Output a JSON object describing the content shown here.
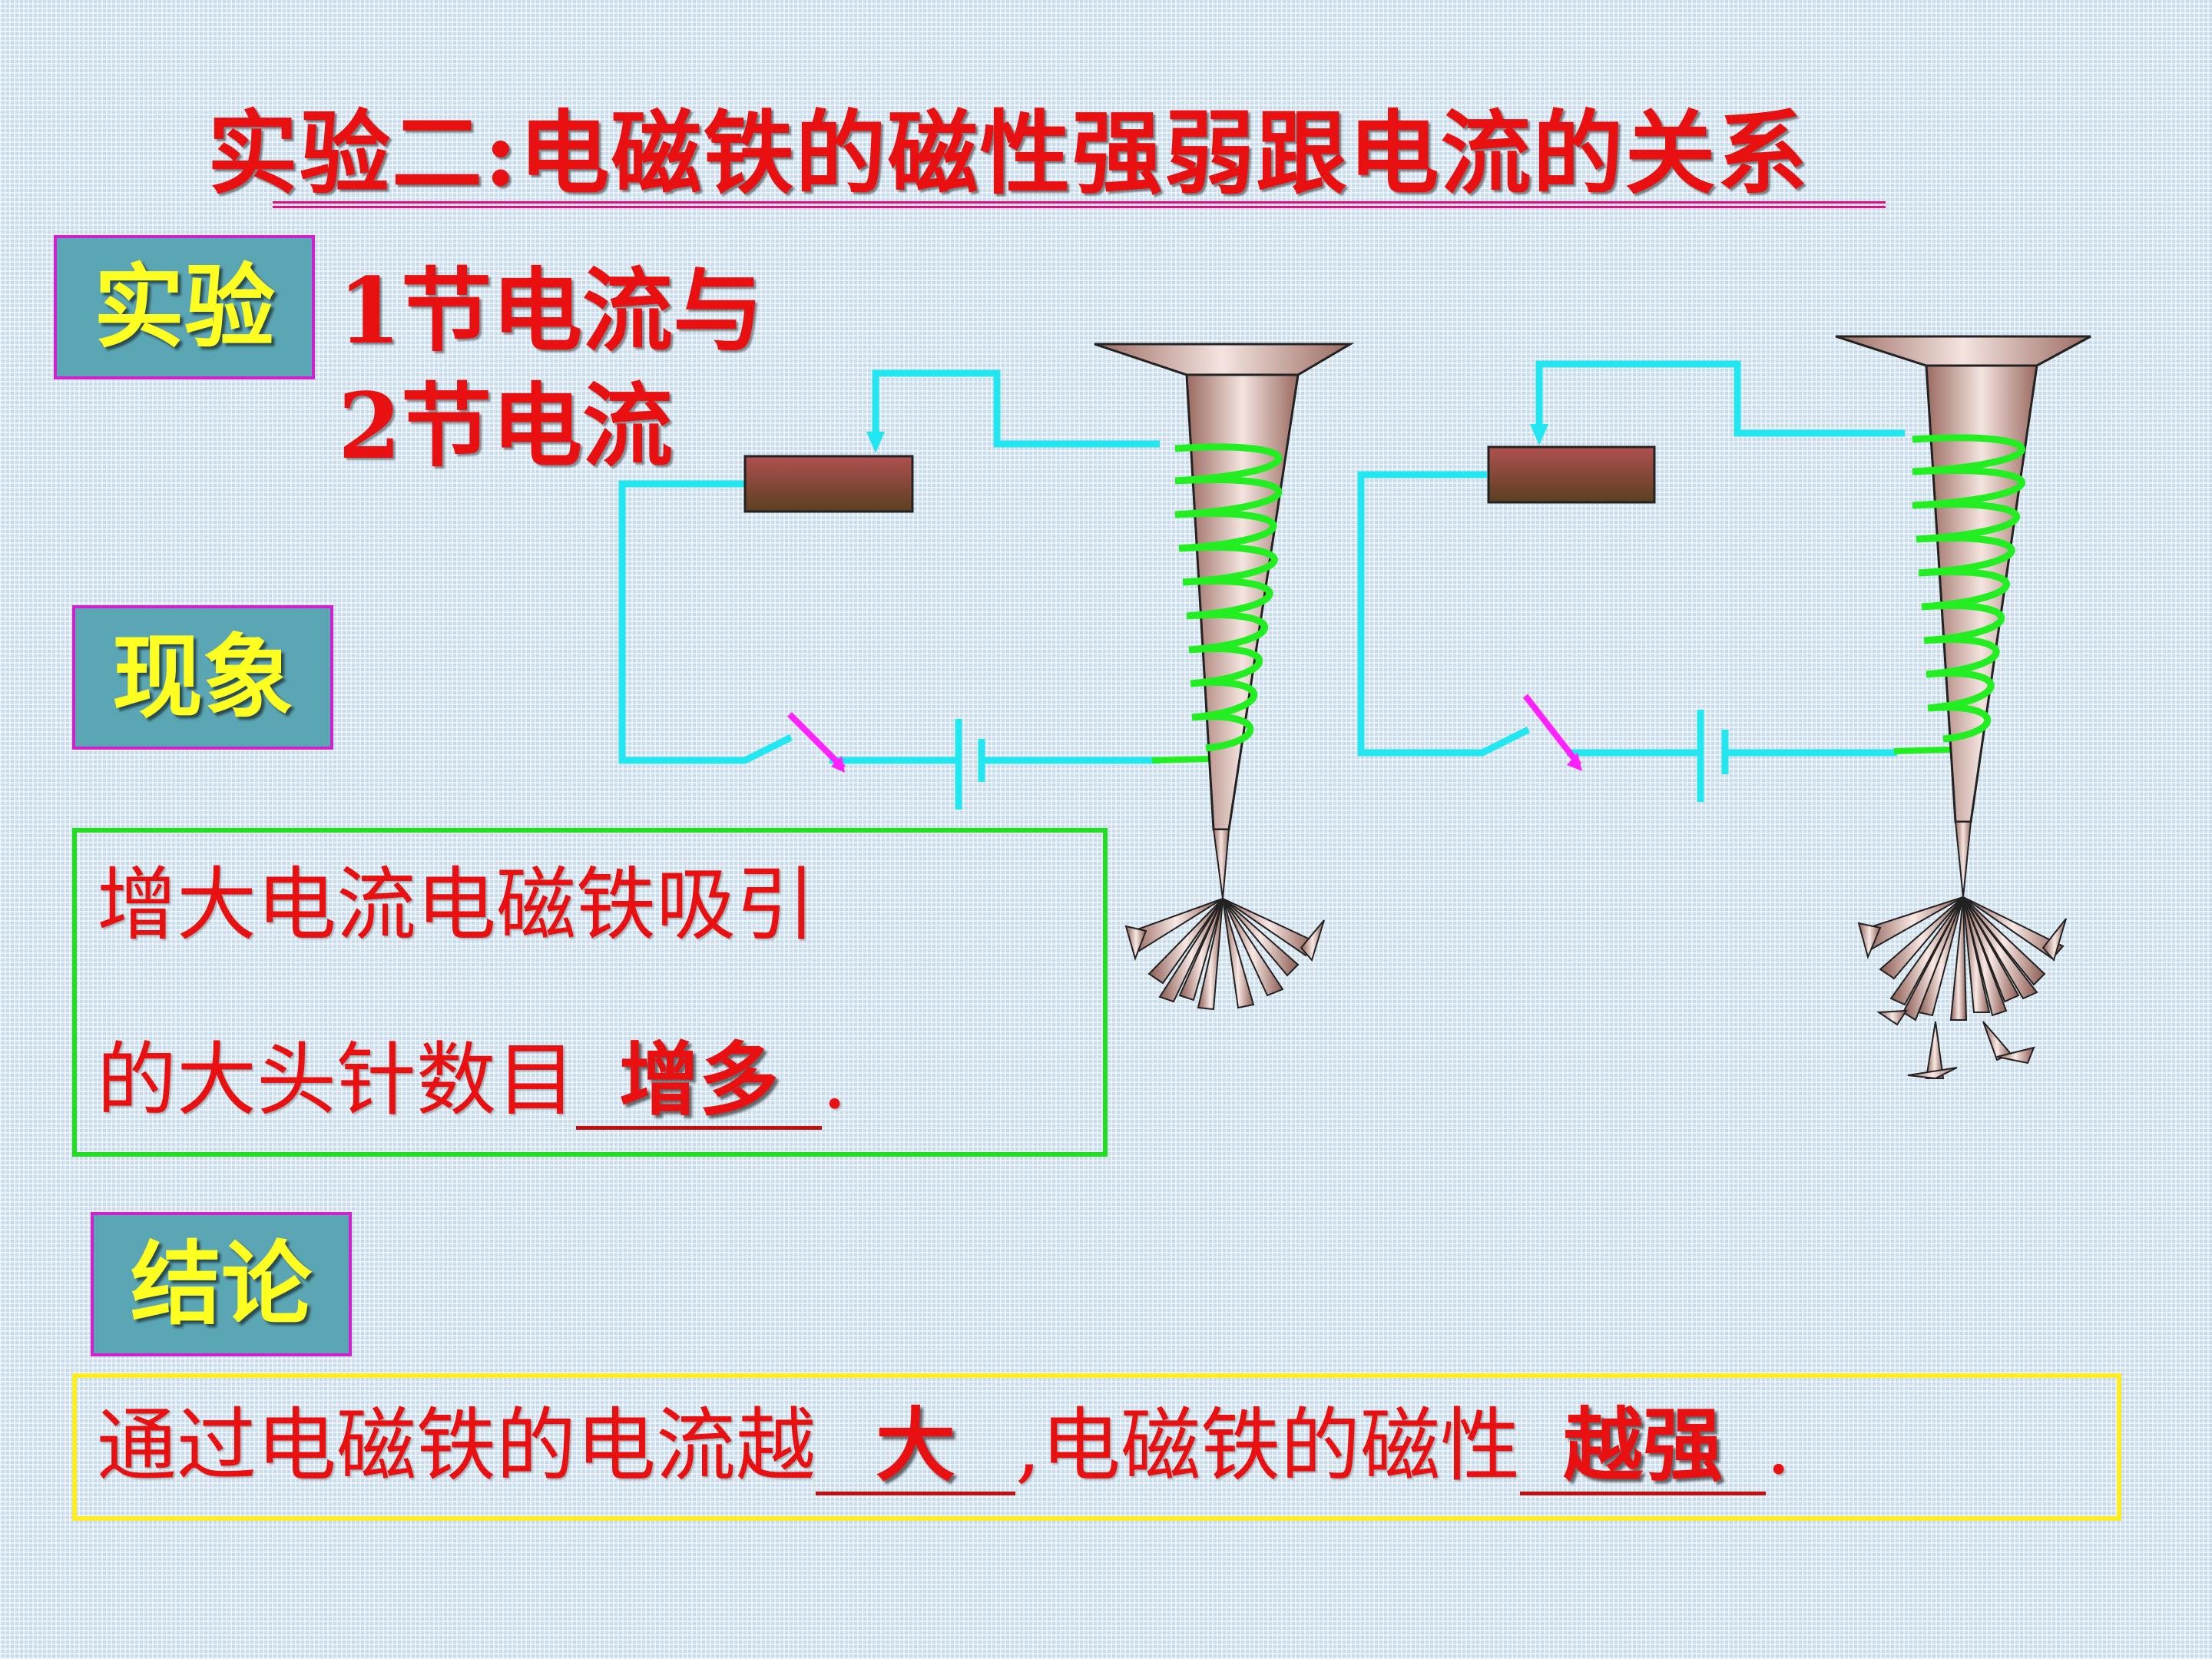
{
  "title": "实验二:电磁铁的磁性强弱跟电流的关系",
  "tags": {
    "experiment": "实验",
    "phenomenon": "现象",
    "conclusion": "结论"
  },
  "experiment_desc": {
    "line1": "1节电流与",
    "line2": "2节电流"
  },
  "phenomenon_box": {
    "line1": "增大电流电磁铁吸引",
    "line2_prefix": "的大头针数目",
    "answer": "增多",
    "line2_suffix": "."
  },
  "conclusion_box": {
    "prefix": "通过电磁铁的电流越",
    "answer1": "大",
    "middle": ",电磁铁的磁性",
    "answer2": "越强",
    "suffix": "."
  },
  "colors": {
    "title": "#e81010",
    "tag_bg": "#5ba6b4",
    "tag_border": "#d020d0",
    "tag_text": "#ffff22",
    "wire": "#22e6f0",
    "coil": "#22ee22",
    "switch": "#ff22ff",
    "phenomenon_border": "#22dd22",
    "conclusion_border": "#ffee22"
  }
}
